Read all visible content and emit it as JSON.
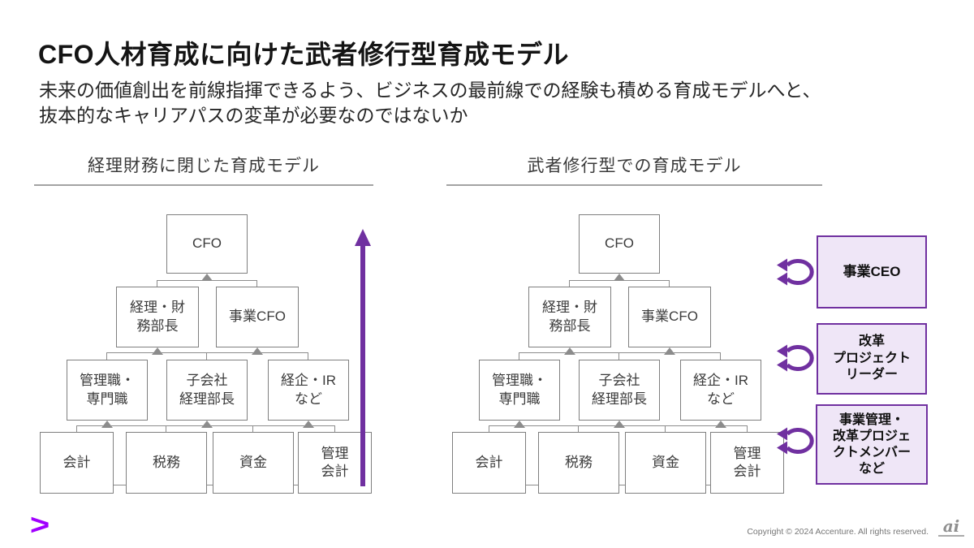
{
  "slide": {
    "title": "CFO人材育成に向けた武者修行型育成モデル",
    "subtitle_line1": "未来の価値創出を前線指揮できるよう、ビジネスの最前線での経験も積める育成モデルへと、",
    "subtitle_line2": "抜本的なキャリアパスの変革が必要なのではないか"
  },
  "panels": {
    "left_header": "経理財務に閉じた育成モデル",
    "right_header": "武者修行型での育成モデル"
  },
  "pyramid": {
    "levels": [
      {
        "boxes": [
          {
            "name": "cfo",
            "label": "CFO"
          }
        ]
      },
      {
        "boxes": [
          {
            "name": "keiri-zaimu-bucho",
            "label": "経理・財\n務部長"
          },
          {
            "name": "jigyo-cfo",
            "label": "事業CFO"
          }
        ]
      },
      {
        "boxes": [
          {
            "name": "kanrishoku-senmonshoku",
            "label": "管理職・\n専門職"
          },
          {
            "name": "kogaisha-keiri-bucho",
            "label": "子会社\n経理部長"
          },
          {
            "name": "keiki-ir-nado",
            "label": "経企・IR\nなど"
          }
        ]
      },
      {
        "boxes": [
          {
            "name": "kaikei",
            "label": "会計"
          },
          {
            "name": "zeimu",
            "label": "税務"
          },
          {
            "name": "shikin",
            "label": "資金"
          },
          {
            "name": "kanri-kaikei",
            "label": "管理\n会計"
          }
        ]
      }
    ]
  },
  "career_boxes": [
    {
      "name": "jigyo-ceo",
      "label": "事業CEO"
    },
    {
      "name": "kaikaku-project-leader",
      "label": "改革\nプロジェクト\nリーダー"
    },
    {
      "name": "jigyo-kanri-kaikaku-member",
      "label": "事業管理・\n改革プロジェ\nクトメンバー\nなど"
    }
  ],
  "footer": {
    "copyright": "Copyright © 2024 Accenture. All rights reserved.",
    "brand_symbol": ">",
    "watermark": "ai"
  },
  "colors": {
    "purple": "#7030A0",
    "purple_light_fill": "#EFE6F7",
    "accenture_purple": "#A100FF",
    "connector_gray": "#8C8C8C",
    "box_border_gray": "#7F7F7F"
  }
}
